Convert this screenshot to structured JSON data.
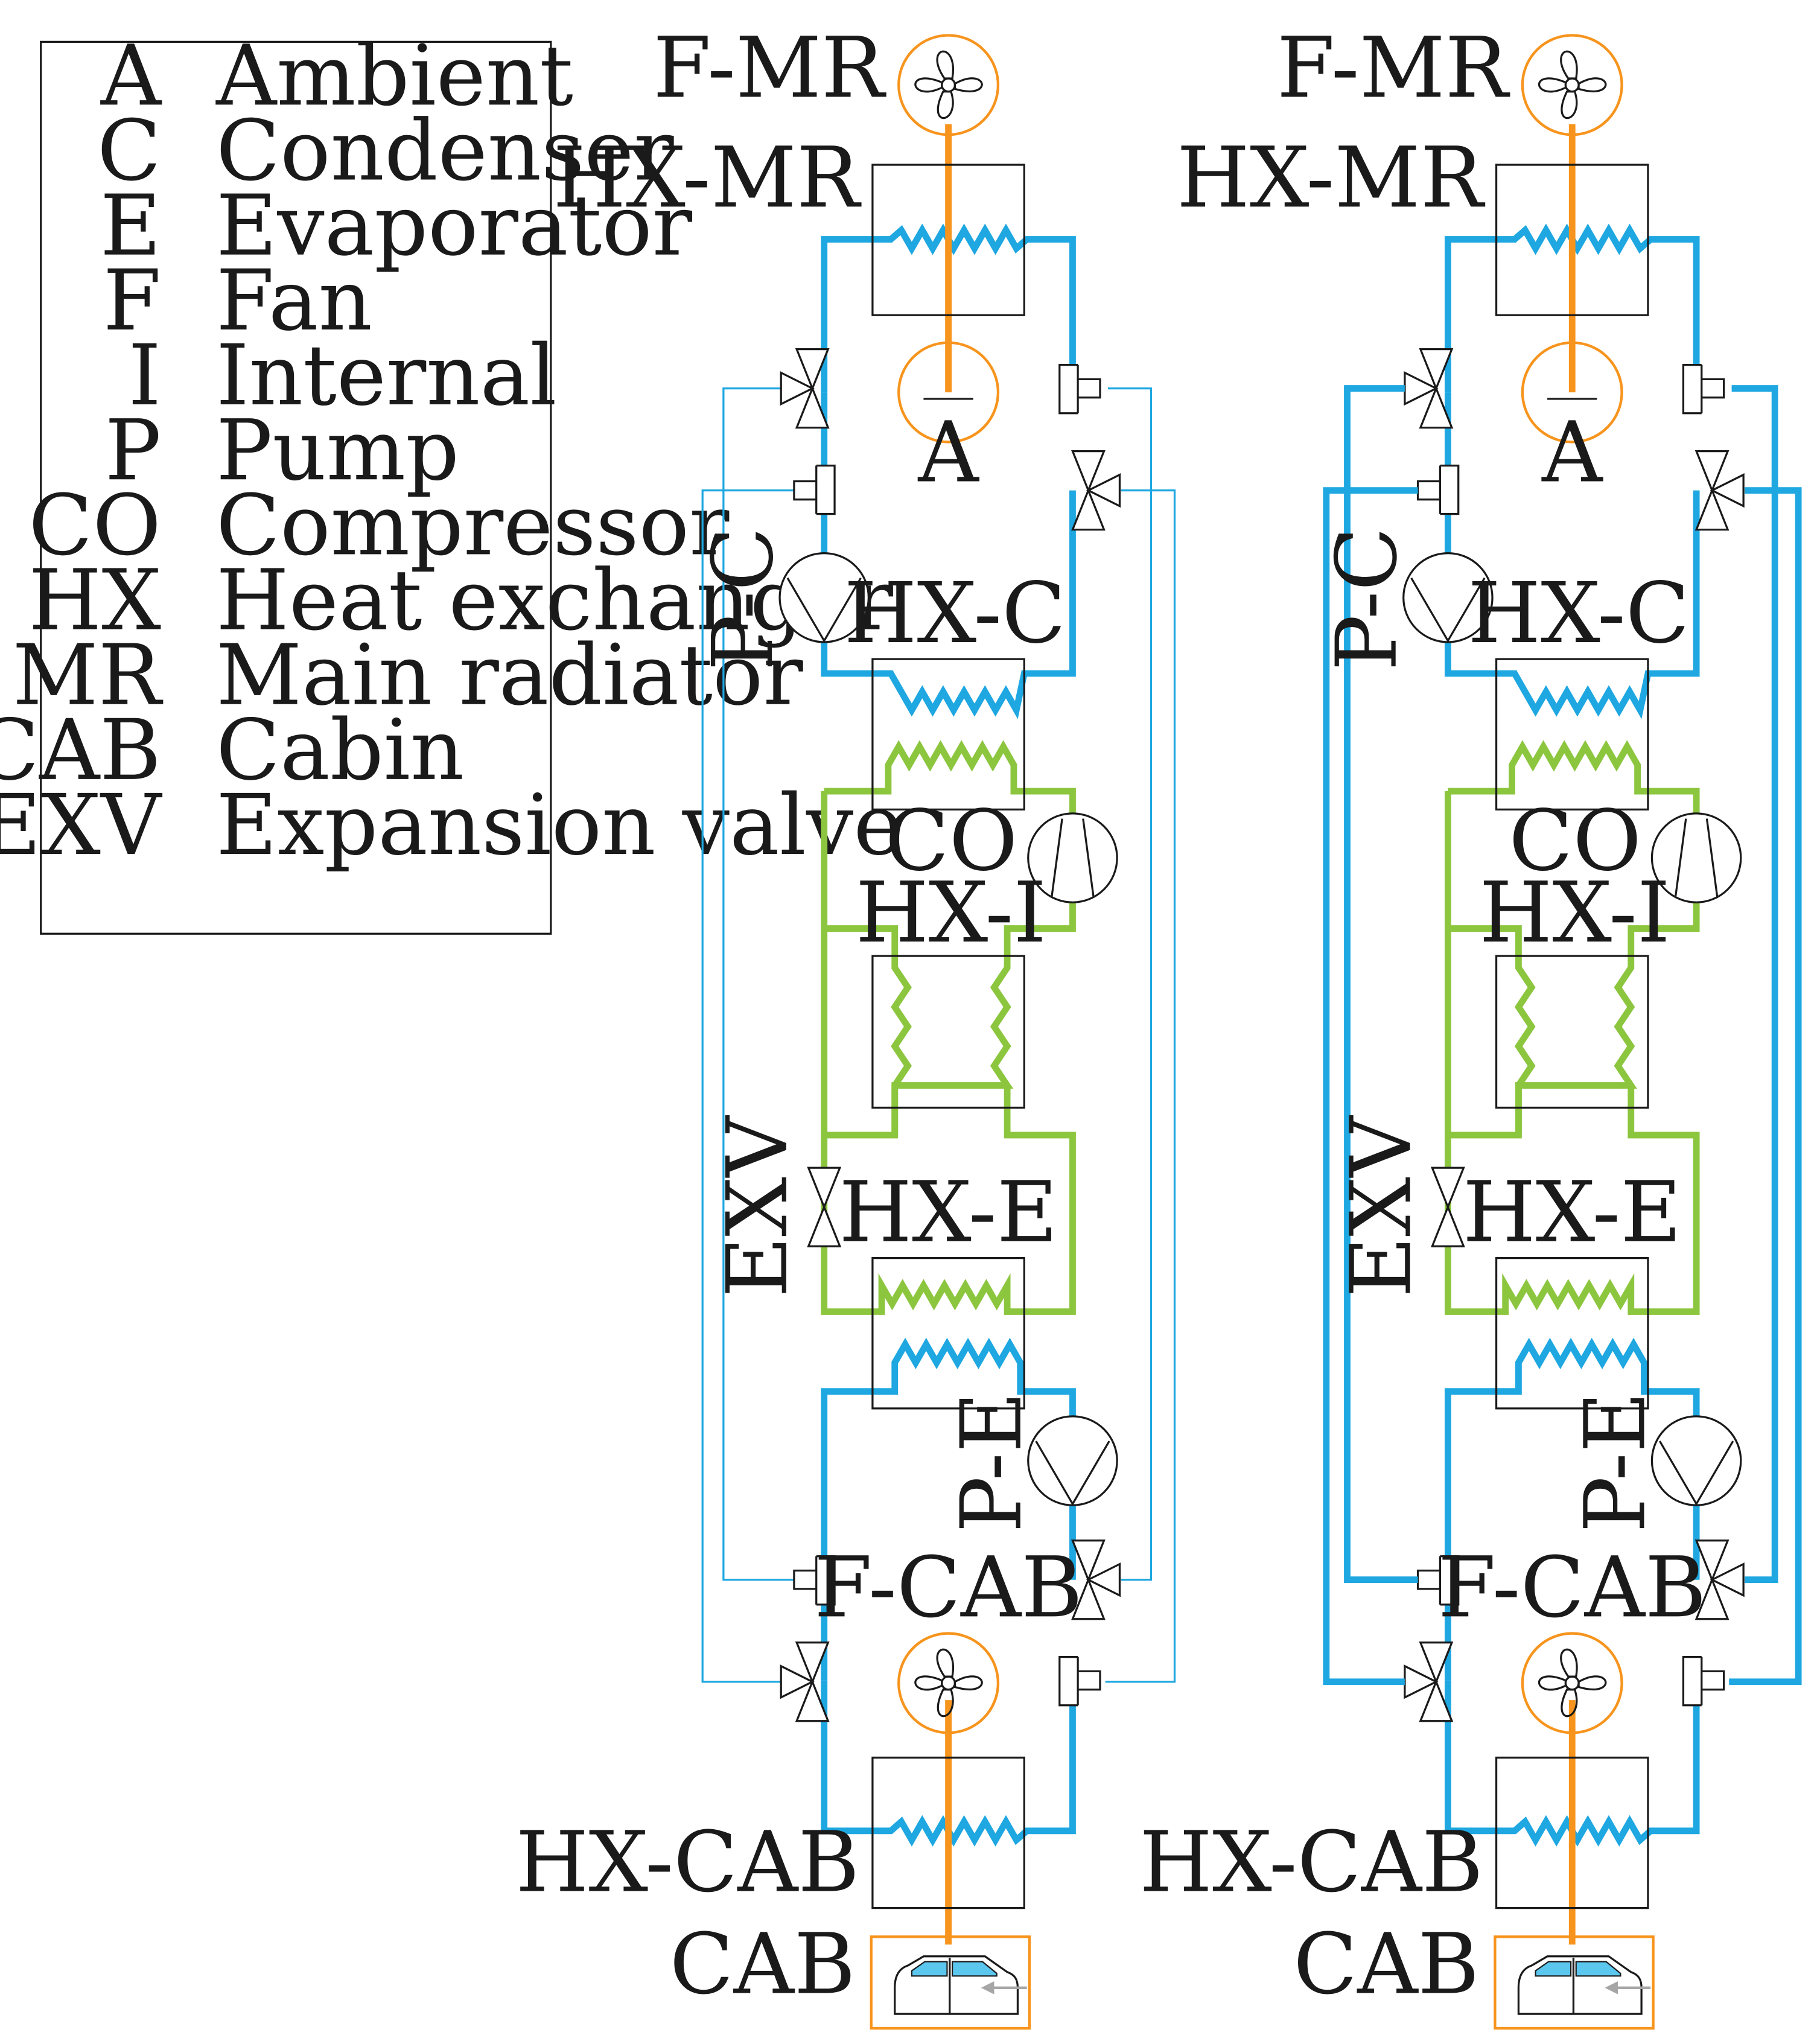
{
  "legend": {
    "entries": [
      {
        "abbr": "A",
        "meaning": "Ambient"
      },
      {
        "abbr": "C",
        "meaning": "Condenser"
      },
      {
        "abbr": "E",
        "meaning": "Evaporator"
      },
      {
        "abbr": "F",
        "meaning": "Fan"
      },
      {
        "abbr": "I",
        "meaning": "Internal"
      },
      {
        "abbr": "P",
        "meaning": "Pump"
      },
      {
        "abbr": "CO",
        "meaning": "Compressor"
      },
      {
        "abbr": "HX",
        "meaning": "Heat exchanger"
      },
      {
        "abbr": "MR",
        "meaning": "Main radiator"
      },
      {
        "abbr": "CAB",
        "meaning": "Cabin"
      },
      {
        "abbr": "EXV",
        "meaning": "Expansion valve"
      }
    ]
  },
  "labels": {
    "fan_main_radiator": "F-MR",
    "hx_main_radiator": "HX-MR",
    "ambient": "A",
    "pump_condenser": "P-C",
    "hx_condenser": "HX-C",
    "compressor": "CO",
    "hx_internal": "HX-I",
    "expansion_valve": "EXV",
    "hx_evaporator": "HX-E",
    "pump_evaporator": "P-E",
    "fan_cabin": "F-CAB",
    "hx_cabin": "HX-CAB",
    "cabin": "CAB"
  },
  "colors": {
    "coolant": "#1ea7e1",
    "refrigerant": "#8cc63f",
    "air": "#f7941d",
    "outline": "#1a1a1a",
    "window": "#5bc6ee",
    "arrow": "#a6a6a6"
  }
}
